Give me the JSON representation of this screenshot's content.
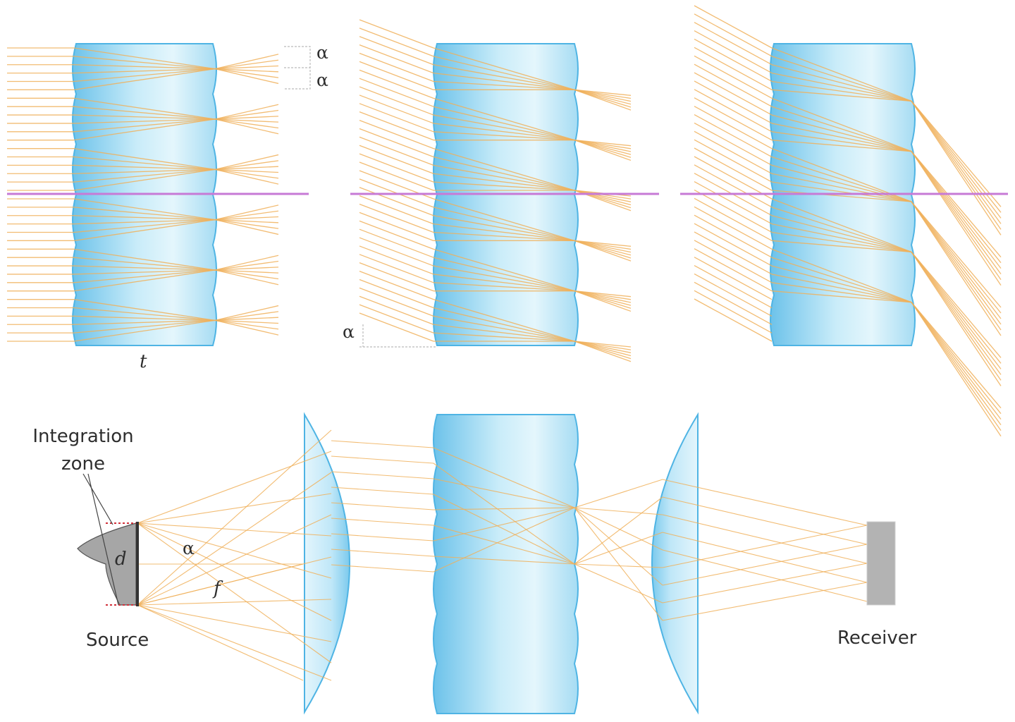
{
  "labels": {
    "alpha": "α",
    "t": "t",
    "f": "f",
    "d": "d",
    "integration_zone_line1": "Integration",
    "integration_zone_line2": "zone",
    "source": "Source",
    "receiver": "Receiver"
  },
  "colors": {
    "lens_light": "#cfeefa",
    "lens_dark": "#6fc3ea",
    "lens_edge": "#4fb4e4",
    "ray": "#f0b05a",
    "axis": "#c77ad6",
    "source_fill": "#a6a6a6",
    "receiver_fill": "#b3b3b3"
  }
}
